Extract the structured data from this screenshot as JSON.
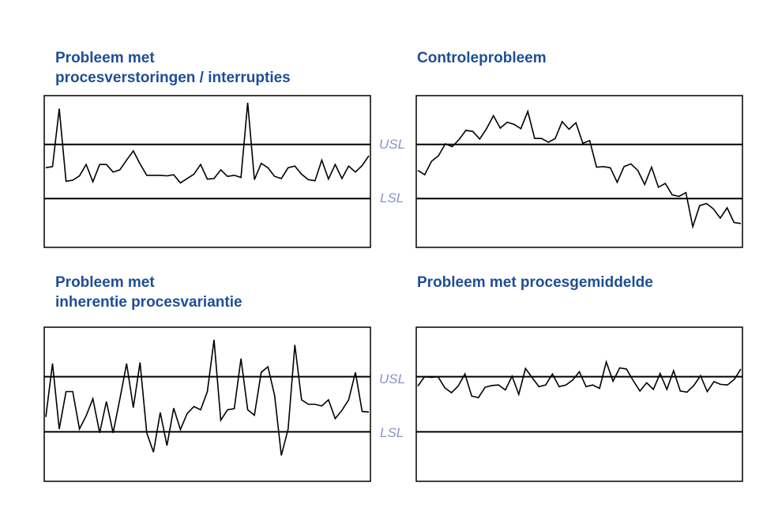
{
  "chart_data": [
    {
      "type": "line",
      "title_lines": [
        "Probleem met",
        "procesverstoringen / interrupties"
      ],
      "limits": {
        "upper": 100,
        "lower": 0,
        "upper_label": "USL",
        "lower_label": "LSL"
      },
      "ylim": [
        -90,
        190
      ],
      "y": [
        57,
        59,
        166,
        32,
        34,
        42,
        63,
        31,
        63,
        63,
        49,
        53,
        71,
        88,
        64,
        43,
        43,
        43,
        42,
        44,
        29,
        37,
        45,
        63,
        36,
        37,
        53,
        41,
        43,
        39,
        177,
        35,
        65,
        57,
        41,
        37,
        57,
        60,
        45,
        35,
        33,
        71,
        36,
        63,
        37,
        60,
        49,
        61,
        79
      ]
    },
    {
      "type": "line",
      "title_lines": [
        "Controleprobleem"
      ],
      "limits": {
        "upper": 100,
        "lower": 0,
        "upper_label": "USL",
        "lower_label": "LSL"
      },
      "ylim": [
        -90,
        190
      ],
      "y": [
        52,
        44,
        69,
        79,
        101,
        96,
        109,
        126,
        124,
        110,
        129,
        153,
        130,
        141,
        137,
        129,
        161,
        111,
        111,
        104,
        111,
        142,
        128,
        140,
        102,
        107,
        58,
        59,
        57,
        30,
        59,
        64,
        52,
        26,
        58,
        21,
        28,
        7,
        4,
        11,
        -52,
        -13,
        -9,
        -19,
        -36,
        -17,
        -44,
        -46
      ]
    },
    {
      "type": "line",
      "title_lines": [
        "Probleem met",
        "inherentie procesvariantie"
      ],
      "limits": {
        "upper": 100,
        "lower": 0,
        "upper_label": "USL",
        "lower_label": "LSL"
      },
      "ylim": [
        -90,
        190
      ],
      "y": [
        27,
        124,
        5,
        73,
        73,
        5,
        29,
        60,
        -2,
        55,
        -2,
        59,
        124,
        44,
        126,
        -2,
        -37,
        35,
        -25,
        43,
        4,
        33,
        46,
        40,
        73,
        167,
        21,
        40,
        42,
        133,
        40,
        30,
        108,
        118,
        66,
        -43,
        5,
        158,
        58,
        50,
        50,
        47,
        58,
        24,
        39,
        58,
        108,
        37,
        36
      ]
    },
    {
      "type": "line",
      "title_lines": [
        "Probleem met procesgemiddelde"
      ],
      "limits": {
        "upper": 100,
        "lower": 0,
        "upper_label": "USL",
        "lower_label": "LSL"
      },
      "ylim": [
        -90,
        190
      ],
      "y": [
        83,
        100,
        99,
        100,
        80,
        71,
        83,
        105,
        65,
        62,
        81,
        84,
        85,
        76,
        101,
        68,
        115,
        98,
        82,
        85,
        105,
        82,
        85,
        94,
        109,
        82,
        85,
        79,
        127,
        92,
        116,
        114,
        93,
        74,
        89,
        77,
        106,
        77,
        111,
        74,
        72,
        84,
        102,
        73,
        91,
        86,
        85,
        95,
        114
      ]
    }
  ]
}
